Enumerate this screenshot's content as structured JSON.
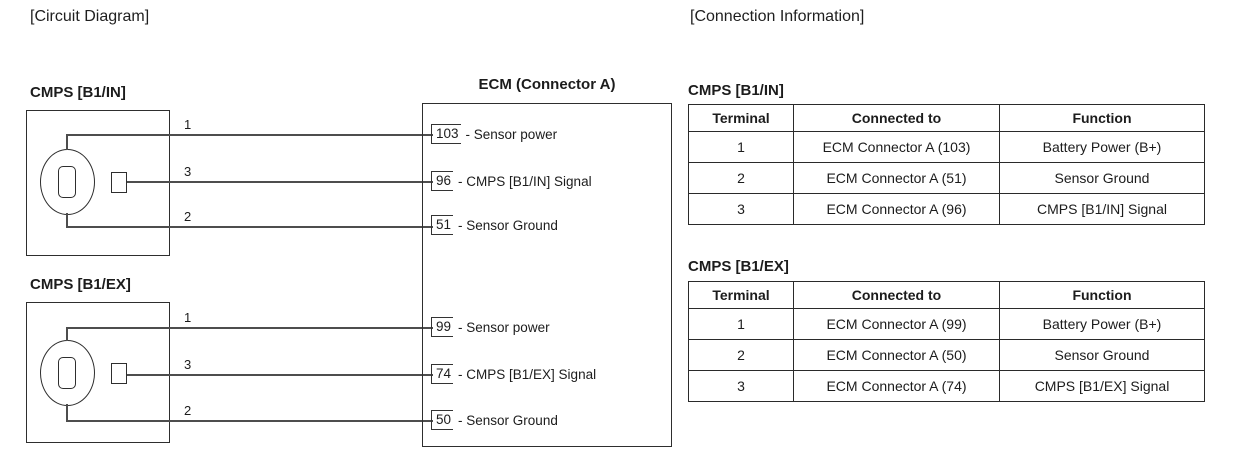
{
  "titles": {
    "circuit": "[Circuit Diagram]",
    "connection": "[Connection Information]"
  },
  "diagram": {
    "ecm": {
      "title": "ECM (Connector A)",
      "pins": [
        {
          "num": "103",
          "desc": "- Sensor power"
        },
        {
          "num": "96",
          "desc": "- CMPS [B1/IN] Signal"
        },
        {
          "num": "51",
          "desc": "- Sensor Ground"
        },
        {
          "num": "99",
          "desc": "- Sensor power"
        },
        {
          "num": "74",
          "desc": "- CMPS [B1/EX] Signal"
        },
        {
          "num": "50",
          "desc": "- Sensor Ground"
        }
      ]
    },
    "sensors": [
      {
        "name": "CMPS [B1/IN]",
        "wire_terminals": [
          "1",
          "3",
          "2"
        ]
      },
      {
        "name": "CMPS [B1/EX]",
        "wire_terminals": [
          "1",
          "3",
          "2"
        ]
      }
    ]
  },
  "connection_info": {
    "tables": [
      {
        "title": "CMPS [B1/IN]",
        "columns": [
          "Terminal",
          "Connected to",
          "Function"
        ],
        "rows": [
          [
            "1",
            "ECM Connector A (103)",
            "Battery Power (B+)"
          ],
          [
            "2",
            "ECM Connector A (51)",
            "Sensor Ground"
          ],
          [
            "3",
            "ECM Connector A (96)",
            "CMPS [B1/IN] Signal"
          ]
        ]
      },
      {
        "title": "CMPS [B1/EX]",
        "columns": [
          "Terminal",
          "Connected to",
          "Function"
        ],
        "rows": [
          [
            "1",
            "ECM Connector A (99)",
            "Battery Power (B+)"
          ],
          [
            "2",
            "ECM Connector A (50)",
            "Sensor Ground"
          ],
          [
            "3",
            "ECM Connector A (74)",
            "CMPS [B1/EX] Signal"
          ]
        ]
      }
    ]
  },
  "colors": {
    "line": "#4d4d4d",
    "box_border": "#2e2e2e",
    "text": "#1c1c1c",
    "background": "#ffffff"
  }
}
